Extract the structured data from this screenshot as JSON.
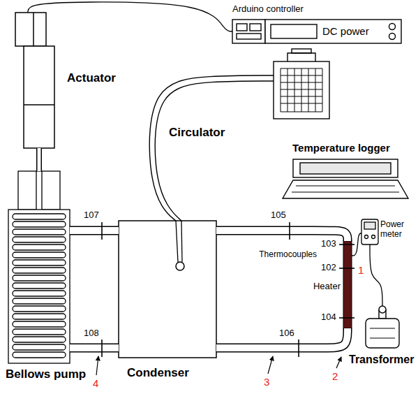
{
  "diagram": {
    "nodes": [
      {
        "text": [
          "Actuator"
        ]
      },
      {
        "text": [
          "Arduino controller"
        ]
      },
      {
        "text": [
          "DC power"
        ]
      },
      {
        "text": [
          "Circulator"
        ]
      },
      {
        "text": [
          "Temperature logger"
        ]
      },
      {
        "text": [
          "Bellows pump"
        ]
      },
      {
        "text": [
          "Condenser"
        ]
      },
      {
        "text": [
          "Heater"
        ]
      },
      {
        "text": [
          "Power meter"
        ]
      },
      {
        "text": [
          "Transformer"
        ]
      }
    ],
    "edges": [
      {
        "from": 0,
        "to": 1,
        "arrow": "none"
      },
      {
        "from": 0,
        "to": 5,
        "arrow": "none"
      },
      {
        "from": 3,
        "to": 6,
        "arrow": "none"
      },
      {
        "from": 3,
        "to": 6,
        "arrow": "none"
      },
      {
        "from": 5,
        "to": 6,
        "arrow": "none"
      },
      {
        "from": 5,
        "to": 6,
        "arrow": "none"
      },
      {
        "from": 6,
        "to": 7,
        "arrow": "none"
      },
      {
        "from": 6,
        "to": 7,
        "arrow": "none"
      },
      {
        "from": 7,
        "to": 8,
        "arrow": "none"
      },
      {
        "from": 8,
        "to": 9,
        "arrow": "none"
      }
    ],
    "labels": [
      "107",
      "105",
      "103",
      "Thermocouples",
      "102",
      "1",
      "104",
      "108",
      "106",
      "2",
      "3",
      "4"
    ]
  }
}
